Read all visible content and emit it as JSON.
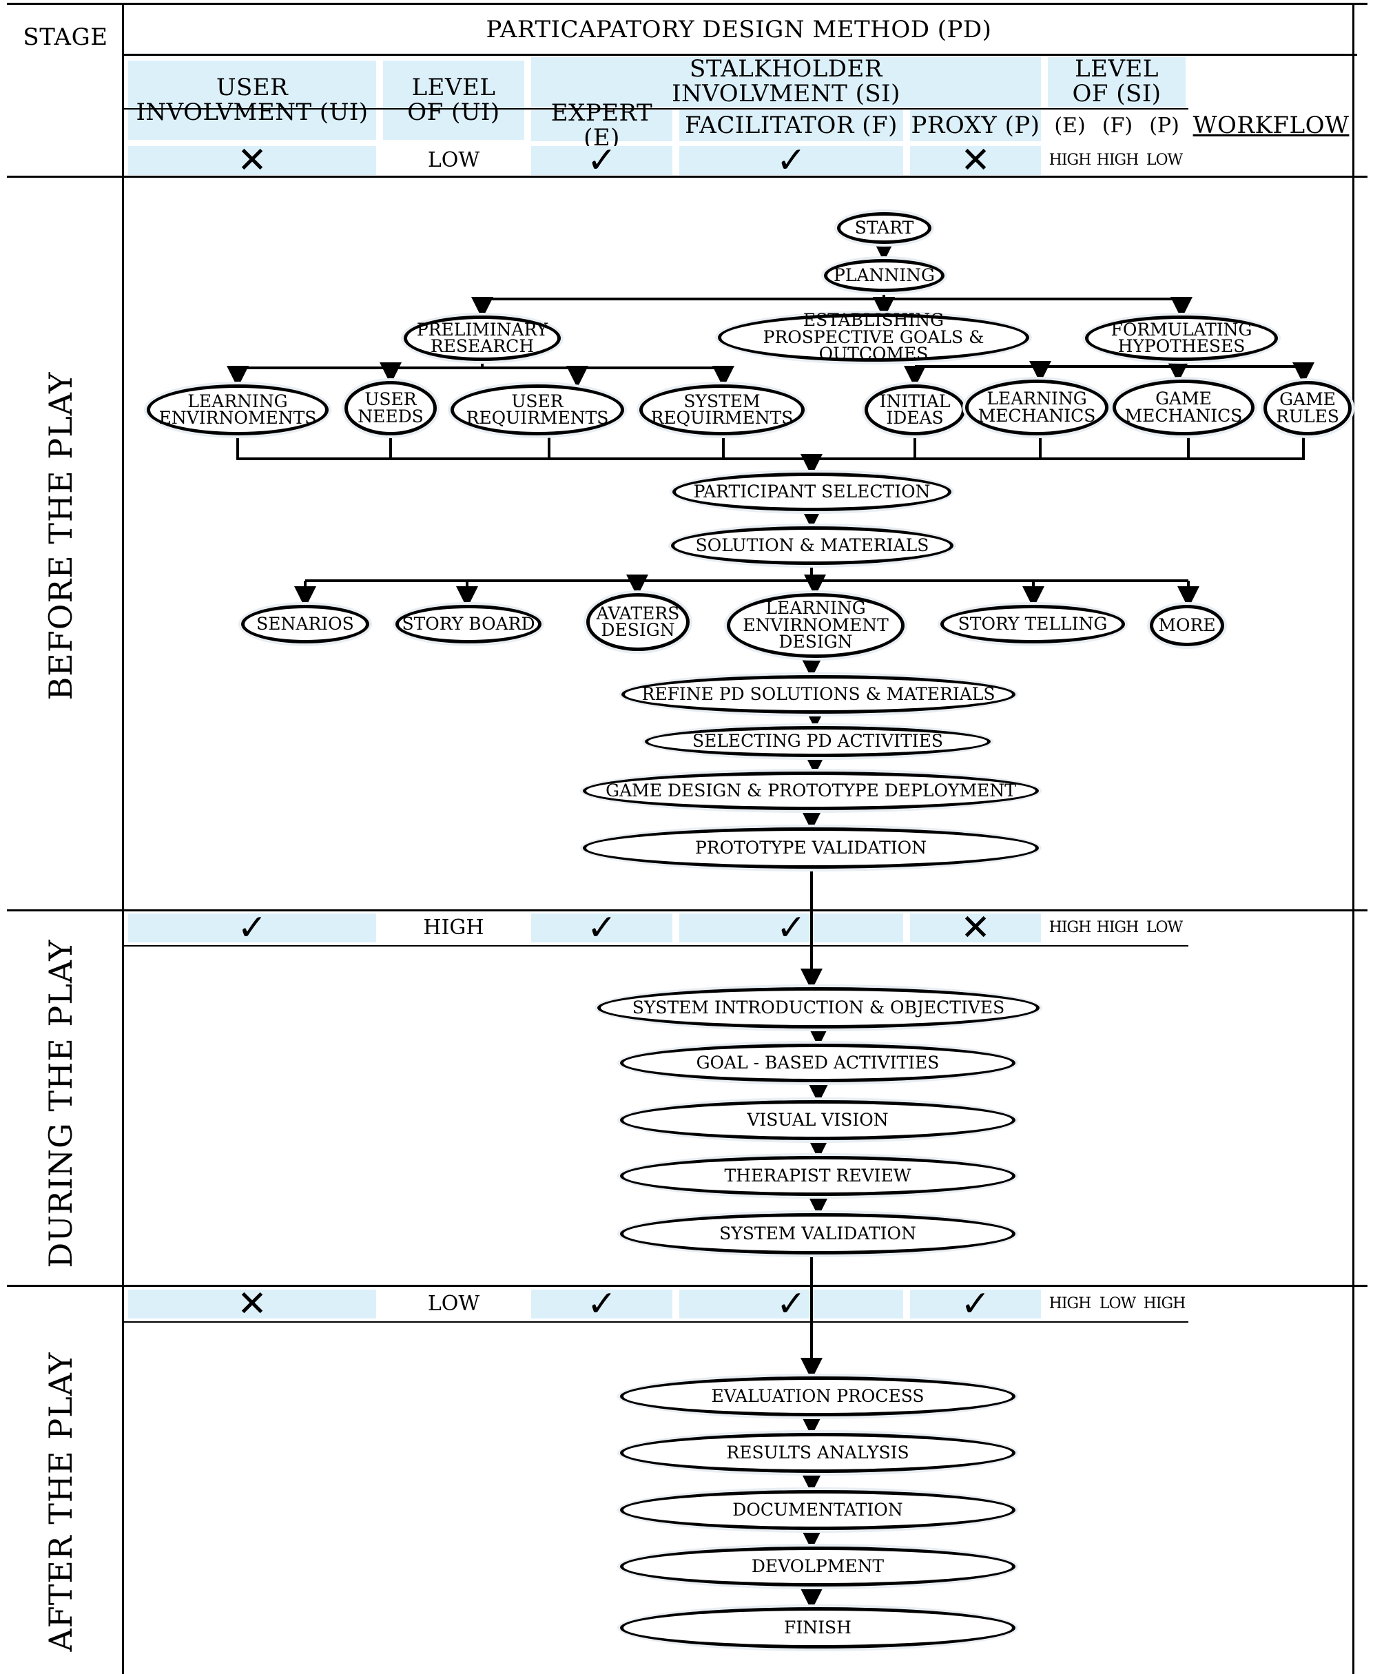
{
  "header": {
    "stage": "STAGE",
    "method": "PARTICAPATORY DESIGN METHOD (PD)",
    "user_involvement": "USER INVOLVMENT (UI)",
    "level_ui": "LEVEL OF (UI)",
    "stakeholder": "STALKHOLDER INVOLVMENT (SI)",
    "level_si": "LEVEL OF (SI)",
    "expert": "EXPERT (E)",
    "facilitator": "FACILITATOR (F)",
    "proxy": "PROXY (P)",
    "e": "(E)",
    "f": "(F)",
    "p": "(P)",
    "workflow": "WORKFLOW"
  },
  "stages": [
    {
      "label": "BEFORE THE PLAY",
      "ui": "✕",
      "level_ui": "LOW",
      "expert": "✓",
      "facilitator": "✓",
      "proxy": "✕",
      "le": "HIGH",
      "lf": "HIGH",
      "lp": "LOW"
    },
    {
      "label": "DURING THE PLAY",
      "ui": "✓",
      "level_ui": "HIGH",
      "expert": "✓",
      "facilitator": "✓",
      "proxy": "✕",
      "le": "HIGH",
      "lf": "HIGH",
      "lp": "LOW"
    },
    {
      "label": "AFTER THE PLAY",
      "ui": "✕",
      "level_ui": "LOW",
      "expert": "✓",
      "facilitator": "✓",
      "proxy": "✓",
      "le": "HIGH",
      "lf": "LOW",
      "lp": "HIGH"
    }
  ],
  "nodes": {
    "start": "START",
    "planning": "PLANNING",
    "preliminary": "PRELIMINARY RESEARCH",
    "goals": "ESTABLISHING PROSPECTIVE GOALS & OUTCOMES",
    "hypotheses": "FORMULATING HYPOTHESES",
    "learning_env": "LEARNING ENVIRNOMENTS",
    "user_needs": "USER NEEDS",
    "user_req": "USER REQUIRMENTS",
    "system_req": "SYSTEM REQUIRMENTS",
    "initial": "INITIAL IDEAS",
    "learning_mech": "LEARNING MECHANICS",
    "game_mech": "GAME MECHANICS",
    "game_rules": "GAME RULES",
    "participant": "PARTICIPANT SELECTION",
    "solution": "SOLUTION & MATERIALS",
    "senarios": "SENARIOS",
    "story_board": "STORY BOARD",
    "avaters": "AVATERS DESIGN",
    "learning_env_design": "LEARNING ENVIRNOMENT DESIGN",
    "story_telling": "STORY TELLING",
    "more": "MORE",
    "refine": "REFINE PD SOLUTIONS & MATERIALS",
    "selecting": "SELECTING PD ACTIVITIES",
    "game_design": "GAME DESIGN & PROTOTYPE DEPLOYMENT",
    "prototype": "PROTOTYPE VALIDATION",
    "sys_intro": "SYSTEM INTRODUCTION & OBJECTIVES",
    "goal_based": "GOAL - BASED ACTIVITIES",
    "visual": "VISUAL VISION",
    "therapist": "THERAPIST REVIEW",
    "sys_valid": "SYSTEM VALIDATION",
    "evaluation": "EVALUATION PROCESS",
    "results": "RESULTS ANALYSIS",
    "documentation": "DOCUMENTATION",
    "devolpment": "DEVOLPMENT",
    "finish": "FINISH"
  }
}
